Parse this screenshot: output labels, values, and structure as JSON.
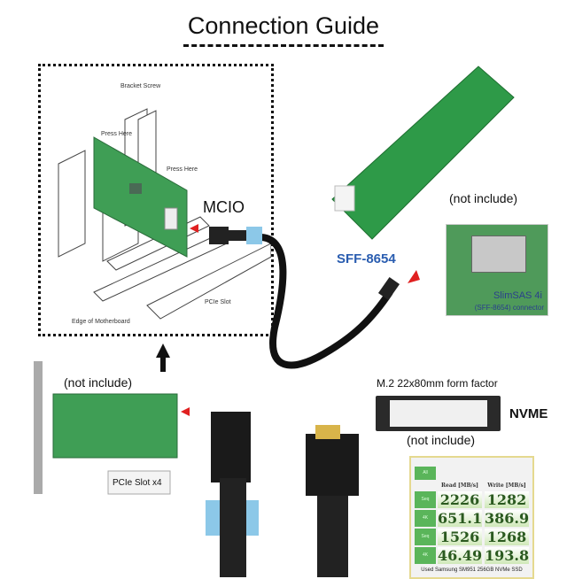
{
  "title": "Connection Guide",
  "install": {
    "bracket_screw": "Bracket Screw",
    "press_here_1": "Press Here",
    "press_here_2": "Press Here",
    "pcie_slot": "PCIe Slot",
    "edge_of_motherboard": "Edge of Motherboard"
  },
  "cable_label": "MCIO",
  "adapter_label": "SFF-8654",
  "not_include_adapter": "(not include)",
  "slimsas": {
    "name": "SlimSAS 4i",
    "sub": "(SFF-8654) connector"
  },
  "card": {
    "not_include": "(not include)",
    "slot": "PCIe Slot x4"
  },
  "m2": {
    "form_factor": "M.2 22x80mm form factor",
    "label": "NVME",
    "not_include": "(not include)"
  },
  "benchmark": {
    "headers": [
      "Read [MB/s]",
      "Write [MB/s]"
    ],
    "rows": [
      {
        "label": "Seq",
        "read": "2226",
        "write": "1282"
      },
      {
        "label": "4K",
        "read": "651.1",
        "write": "386.9"
      },
      {
        "label": "Seq",
        "read": "1526",
        "write": "1268"
      },
      {
        "label": "4K",
        "read": "46.49",
        "write": "193.8"
      }
    ],
    "all_button": "All",
    "caption": "Used Samsung SM951 256GB NVMe SSD"
  },
  "colors": {
    "pcb": "#3f9e55",
    "accent_blue": "#2a5db0",
    "arrow_red": "#e02020",
    "cable": "#111111",
    "tab_blue": "#8cc8e8"
  }
}
